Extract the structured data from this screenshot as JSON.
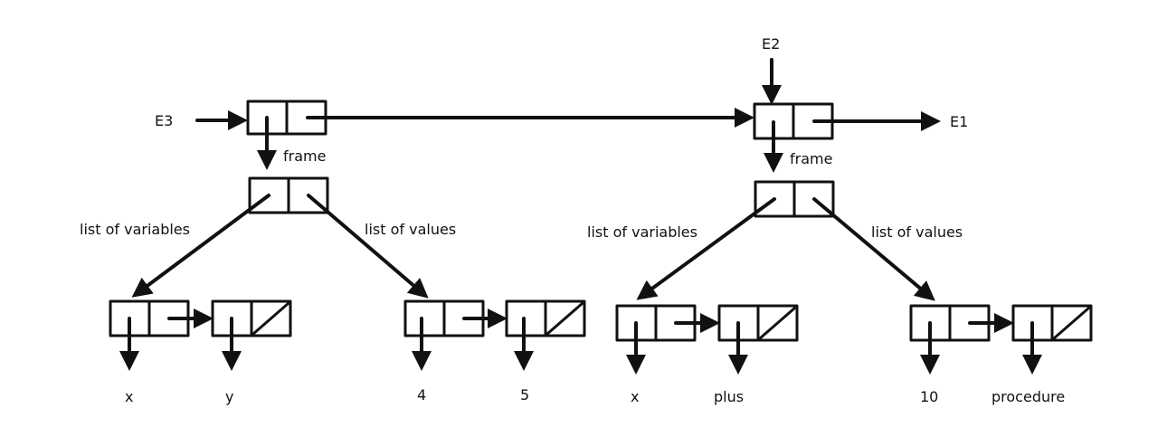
{
  "environments": {
    "e1": "E1",
    "e2": "E2",
    "e3": "E3"
  },
  "frames": {
    "left": {
      "frame_label": "frame",
      "variables_label": "list of variables",
      "values_label": "list of values",
      "variables": [
        "x",
        "y"
      ],
      "values": [
        "4",
        "5"
      ]
    },
    "right": {
      "frame_label": "frame",
      "variables_label": "list of variables",
      "values_label": "list of values",
      "variables": [
        "x",
        "plus"
      ],
      "values": [
        "10",
        "procedure"
      ]
    }
  },
  "colors": {
    "ink": "#111111",
    "background": "#ffffff"
  }
}
